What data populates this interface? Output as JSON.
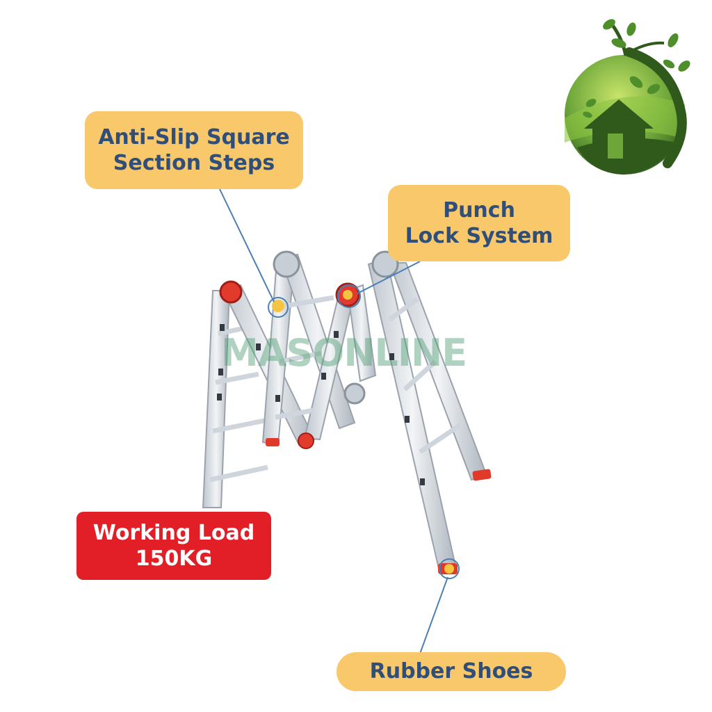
{
  "colors": {
    "label_bg": "#f9c86b",
    "label_text": "#2f4f7a",
    "alert_bg": "#e21f26",
    "alert_text": "#ffffff",
    "leader_line": "#4a7fb5",
    "watermark": "#4f9e74",
    "rail": "#dfe3e8",
    "rail_shadow": "#9aa2ac",
    "joint_red": "#e23a2d",
    "joint_yellow": "#f5c542",
    "shoe_red": "#e03a2a",
    "logo_dark": "#2f5a1c",
    "logo_light": "#a8d34a"
  },
  "callouts": {
    "steps": {
      "line1": "Anti-Slip Square",
      "line2": "Section Steps"
    },
    "lock": {
      "line1": "Punch",
      "line2": "Lock System"
    },
    "load": {
      "line1": "Working Load",
      "line2": "150KG"
    },
    "shoes": {
      "line1": "Rubber Shoes"
    }
  },
  "watermark": "MASONLINE",
  "logo": {
    "icon": "house-tree-globe-icon"
  },
  "ladder": {
    "icon": "multipurpose-folding-ladder-icon"
  }
}
